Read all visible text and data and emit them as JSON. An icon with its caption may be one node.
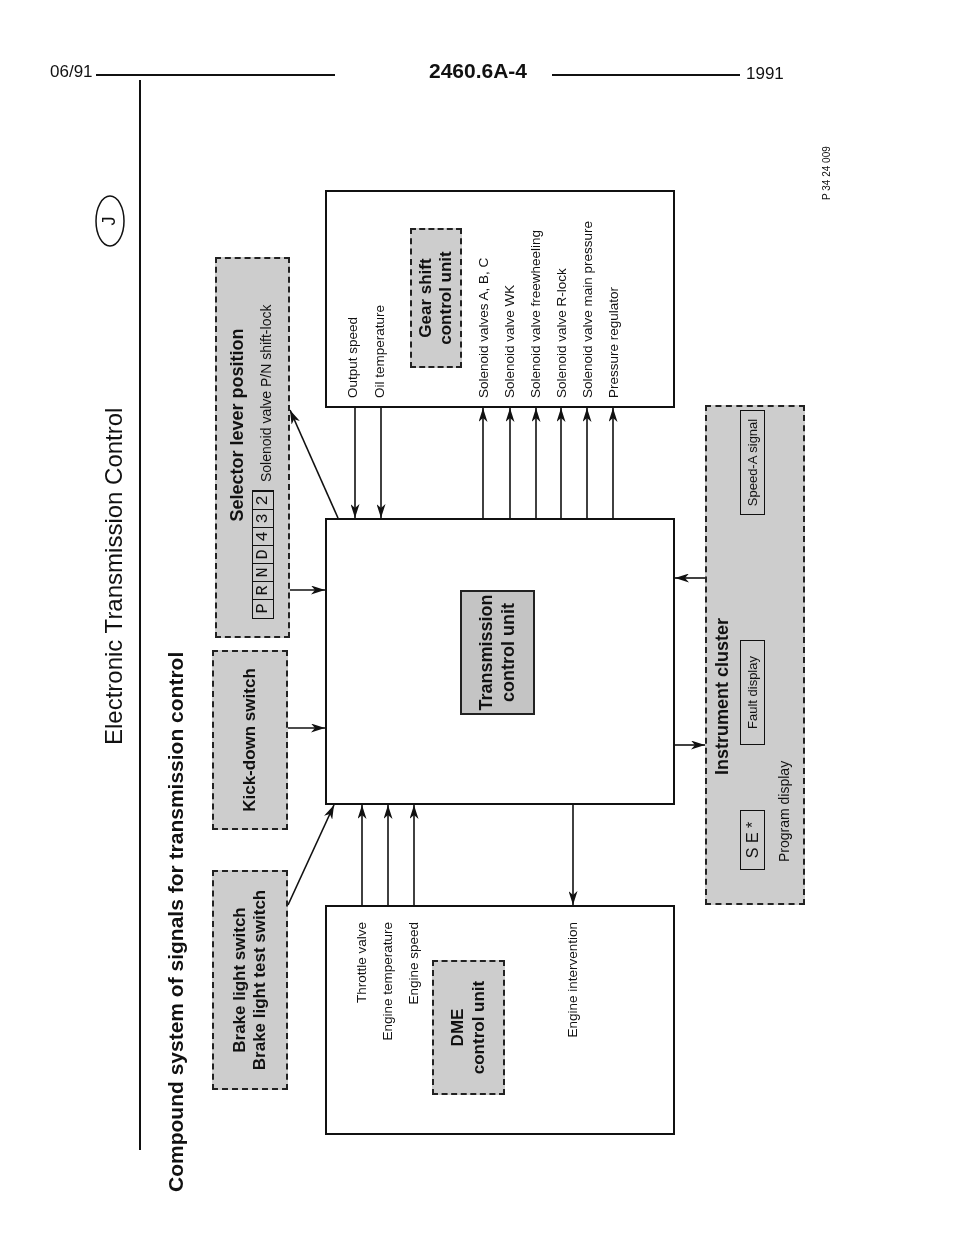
{
  "diagram": {
    "title": "Electronic Transmission Control",
    "nodes": [
      {
        "text": [
          "Brake light switch",
          "Brake light test switch"
        ]
      },
      {
        "text": [
          "Kick-down switch"
        ]
      },
      {
        "text": [
          "Selector lever position",
          "Solenoid valve P/N shift-lock"
        ]
      },
      {
        "text": [
          "PRND432"
        ],
        "in": 2
      },
      {
        "text": [
          "Output speed",
          "Oil temperature",
          "Solenoid valves A, B, C",
          "Solenoid valve WK",
          "Solenoid valve freewheeling",
          "Solenoid valve R-lock",
          "Solenoid valve main pressure",
          "Pressure regulator"
        ]
      },
      {
        "text": [
          "Gear shift control unit"
        ],
        "in": 4
      },
      {
        "text": [],
        "shape": "box"
      },
      {
        "text": [
          "Transmission control unit"
        ],
        "in": 6
      },
      {
        "text": [
          "Instrument cluster",
          "Program display"
        ]
      },
      {
        "text": [
          "S E *"
        ],
        "in": 8
      },
      {
        "text": [
          "Fault display"
        ],
        "in": 8
      },
      {
        "text": [
          "Speed-A signal"
        ],
        "in": 8
      },
      {
        "text": [
          "Throttle valve",
          "Engine temperature",
          "Engine speed",
          "Engine intervention"
        ]
      },
      {
        "text": [
          "DME control unit"
        ],
        "in": 12
      }
    ],
    "edges": [
      {
        "from": 0,
        "to": 6,
        "arrow": "to"
      },
      {
        "from": 1,
        "to": 6,
        "arrow": "to"
      },
      {
        "from": 2,
        "to": 6,
        "arrow": "to"
      },
      {
        "from": 6,
        "to": 2,
        "arrow": "to"
      },
      {
        "from": 12,
        "to": 6,
        "arrow": "to"
      },
      {
        "from": 12,
        "to": 6,
        "arrow": "to"
      },
      {
        "from": 12,
        "to": 6,
        "arrow": "to"
      },
      {
        "from": 6,
        "to": 12,
        "arrow": "to"
      },
      {
        "from": 4,
        "to": 6,
        "arrow": "to"
      },
      {
        "from": 4,
        "to": 6,
        "arrow": "to"
      },
      {
        "from": 6,
        "to": 4,
        "arrow": "to"
      },
      {
        "from": 6,
        "to": 4,
        "arrow": "to"
      },
      {
        "from": 6,
        "to": 4,
        "arrow": "to"
      },
      {
        "from": 6,
        "to": 4,
        "arrow": "to"
      },
      {
        "from": 6,
        "to": 4,
        "arrow": "to"
      },
      {
        "from": 6,
        "to": 4,
        "arrow": "to"
      },
      {
        "from": 6,
        "to": 8,
        "arrow": "to"
      },
      {
        "from": 8,
        "to": 6,
        "arrow": "to"
      }
    ],
    "labels": [
      "06/91",
      "2460.6A-4",
      "1991",
      "J",
      "Compound system of signals for transmission control",
      "P 34 24 009"
    ]
  }
}
